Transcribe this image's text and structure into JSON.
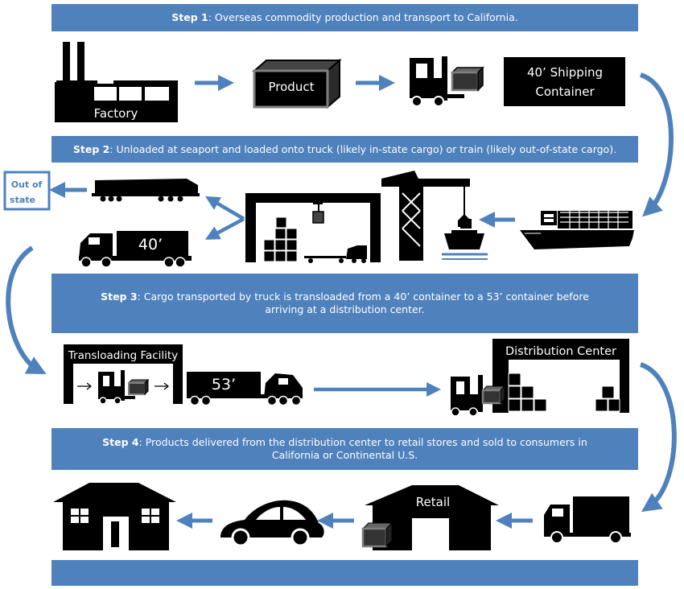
{
  "steps": [
    {
      "num": "Step 1",
      "text": ": Overseas commodity production and transport to California."
    },
    {
      "num": "Step 2",
      "text": ": Unloaded at seaport and loaded onto truck (likely in-state cargo) or train (likely out-of-state cargo)."
    },
    {
      "num": "Step 3",
      "text": ": Cargo transported by truck is transloaded from a 40’ container to a 53’ container before arriving at a distribution center."
    },
    {
      "num": "Step 4",
      "text": ": Products delivered from the distribution center to retail stores and sold to consumers in California or Continental U.S."
    }
  ],
  "labels": {
    "factory": "Factory",
    "product": "Product",
    "shipping_container_line1": "40’ Shipping",
    "shipping_container_line2": "Container",
    "out_of_state_line1": "Out of",
    "out_of_state_line2": "state",
    "container_40": "40’",
    "transloading": "Transloading Facility",
    "container_53": "53’",
    "distribution": "Distribution Center",
    "retail": "Retail"
  },
  "colors": {
    "banner": "#4f81bd",
    "arrow": "#4f81bd",
    "icon": "#000000",
    "crate": "#808080"
  }
}
